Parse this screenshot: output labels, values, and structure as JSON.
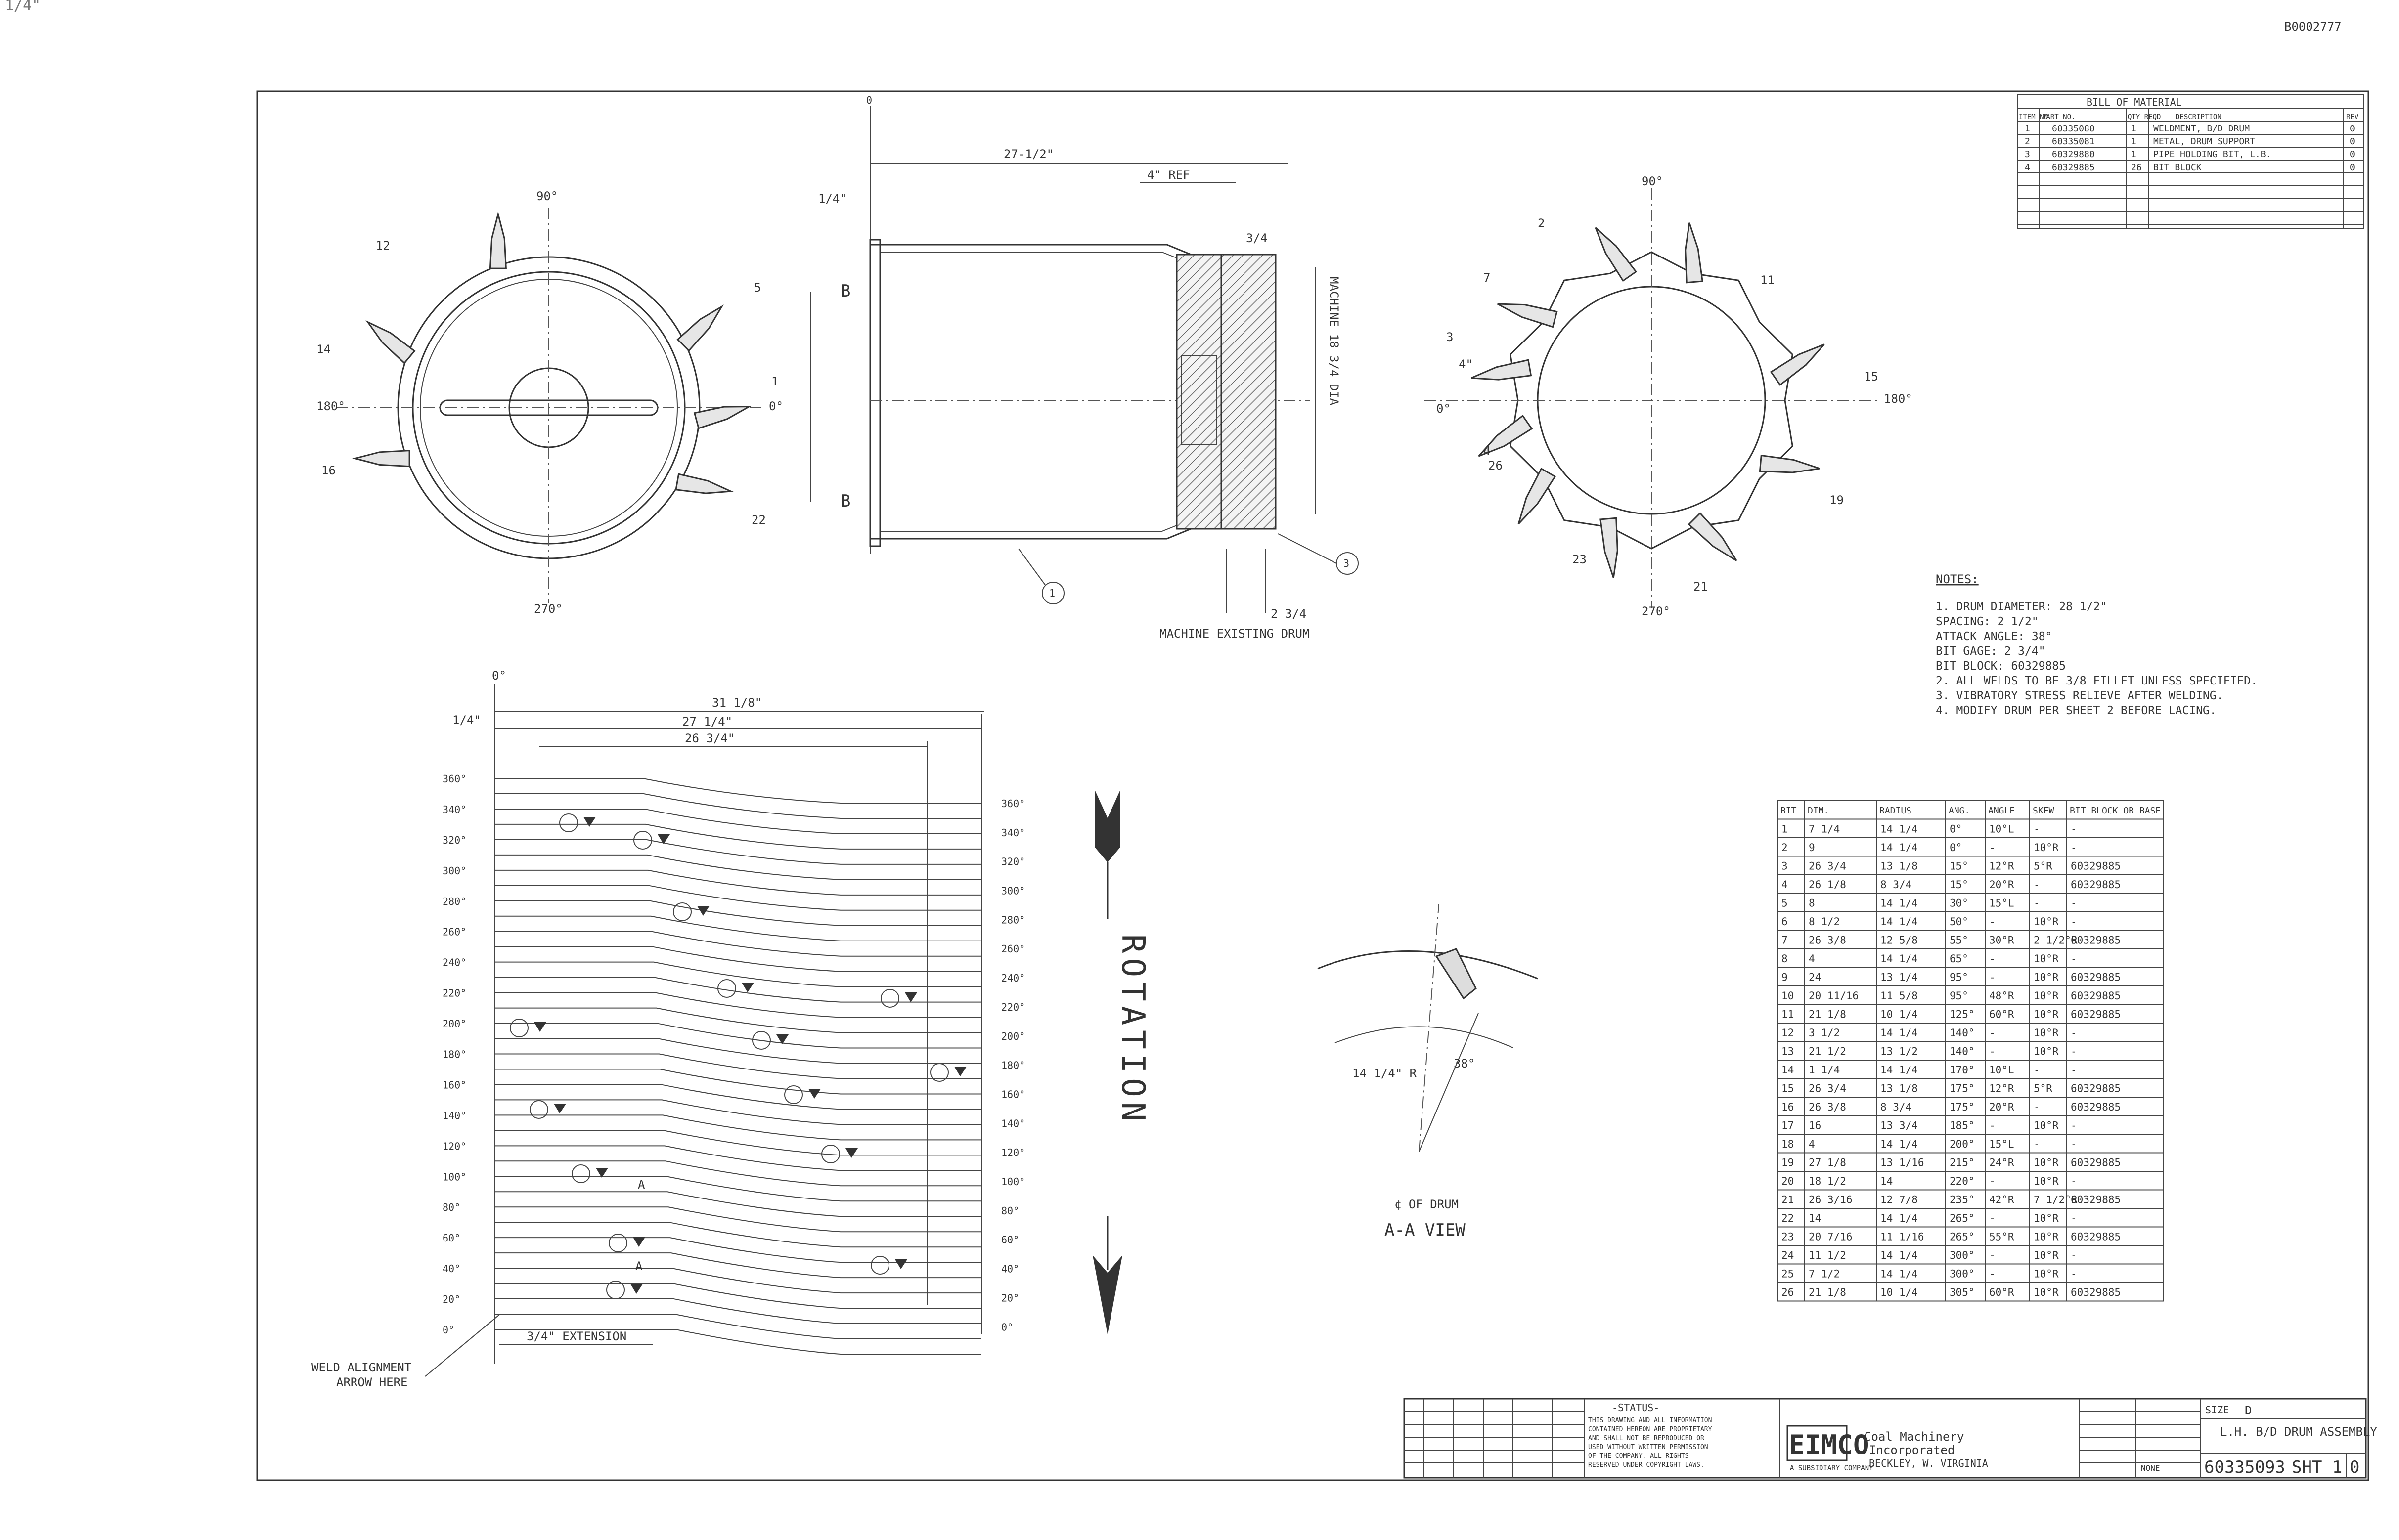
{
  "sheet_corner_mark": "1/4\"",
  "doc_number_top": "B0002777",
  "bom": {
    "title": "BILL OF MATERIAL",
    "headers": [
      "ITEM NO",
      "PART NO.",
      "QTY REQD",
      "DESCRIPTION",
      "REV"
    ],
    "rows": [
      {
        "item": "1",
        "part": "60335080",
        "qty": "1",
        "desc": "WELDMENT, B/D DRUM",
        "rev": "0"
      },
      {
        "item": "2",
        "part": "60335081",
        "qty": "1",
        "desc": "METAL, DRUM SUPPORT",
        "rev": "0"
      },
      {
        "item": "3",
        "part": "60329880",
        "qty": "1",
        "desc": "PIPE HOLDING BIT, L.B.",
        "rev": "0"
      },
      {
        "item": "4",
        "part": "60329885",
        "qty": "26",
        "desc": "BIT BLOCK",
        "rev": "0"
      }
    ]
  },
  "front_view": {
    "angle_top": "90°",
    "angle_right": "0°",
    "angle_left": "180°",
    "angle_bottom": "270°",
    "bit_labels": [
      "12",
      "5",
      "14",
      "1",
      "16",
      "22"
    ]
  },
  "section_view": {
    "dim_overall": "27-1/2\"",
    "dim_bore": "4\" REF",
    "dim_left": "1/4\"",
    "dim_bottom": "2 3/4",
    "dim_vertical": "MACHINE 18 3/4 DIA",
    "weld_symbol": "3/4",
    "note_bottom": "MACHINE EXISTING DRUM",
    "section_marks": [
      "B",
      "B"
    ],
    "datum_top": "0",
    "balloons": [
      "1",
      "3"
    ]
  },
  "end_view": {
    "angle_top": "90°",
    "angle_left_1": "4\"",
    "angle_left_2": "0°",
    "angle_right": "180°",
    "angle_bottom": "270°",
    "bit_labels": [
      "2",
      "7",
      "3",
      "4",
      "11",
      "15",
      "19",
      "26",
      "23",
      "21"
    ]
  },
  "notes": {
    "heading": "NOTES:",
    "items": [
      "1. DRUM DIAMETER: 28 1/2\"",
      "   SPACING: 2 1/2\"",
      "   ATTACK ANGLE: 38°",
      "   BIT GAGE: 2 3/4\"",
      "   BIT BLOCK: 60329885",
      "2. ALL WELDS TO BE 3/8 FILLET UNLESS SPECIFIED.",
      "3. VIBRATORY STRESS RELIEVE AFTER WELDING.",
      "4. MODIFY DRUM PER SHEET 2 BEFORE LACING."
    ]
  },
  "layout_view": {
    "dim_top": "31 1/8\"",
    "dim_second": "27 1/4\"",
    "dim_third": "26 3/4\"",
    "dim_left": "1/4\"",
    "datum": "0°",
    "angles_left": [
      "360°",
      "340°",
      "320°",
      "300°",
      "280°",
      "260°",
      "240°",
      "220°",
      "200°",
      "180°",
      "160°",
      "140°",
      "120°",
      "100°",
      "80°",
      "60°",
      "40°",
      "20°",
      "0°"
    ],
    "angles_right": [
      "360°",
      "340°",
      "320°",
      "300°",
      "280°",
      "260°",
      "240°",
      "220°",
      "200°",
      "180°",
      "160°",
      "140°",
      "120°",
      "100°",
      "80°",
      "60°",
      "40°",
      "20°",
      "0°"
    ],
    "extension_note": "3/4\" EXTENSION",
    "weld_note_1": "WELD ALIGNMENT",
    "weld_note_2": "ARROW HERE",
    "section_mark": "A"
  },
  "rotation_label": "ROTATION",
  "aa_view": {
    "dim": "14 1/4\" R",
    "angle": "38°",
    "centerline": "¢ OF DRUM",
    "label": "A-A VIEW"
  },
  "bit_table": {
    "headers": [
      "BIT",
      "DIM.",
      "RADIUS",
      "ANG.",
      "ANGLE",
      "SKEW",
      "BIT BLOCK OR BASE"
    ],
    "rows": [
      [
        "1",
        "7 1/4",
        "14 1/4",
        "0°",
        "10°L",
        "-",
        "-"
      ],
      [
        "2",
        "9",
        "14 1/4",
        "0°",
        "-",
        "10°R",
        "-"
      ],
      [
        "3",
        "26 3/4",
        "13 1/8",
        "15°",
        "12°R",
        "5°R",
        "60329885"
      ],
      [
        "4",
        "26 1/8",
        "8 3/4",
        "15°",
        "20°R",
        "-",
        "60329885"
      ],
      [
        "5",
        "8",
        "14 1/4",
        "30°",
        "15°L",
        "-",
        "-"
      ],
      [
        "6",
        "8 1/2",
        "14 1/4",
        "50°",
        "-",
        "10°R",
        "-"
      ],
      [
        "7",
        "26 3/8",
        "12 5/8",
        "55°",
        "30°R",
        "2 1/2°R",
        "60329885"
      ],
      [
        "8",
        "4",
        "14 1/4",
        "65°",
        "-",
        "10°R",
        "-"
      ],
      [
        "9",
        "24",
        "13 1/4",
        "95°",
        "-",
        "10°R",
        "60329885"
      ],
      [
        "10",
        "20 11/16",
        "11 5/8",
        "95°",
        "48°R",
        "10°R",
        "60329885"
      ],
      [
        "11",
        "21 1/8",
        "10 1/4",
        "125°",
        "60°R",
        "10°R",
        "60329885"
      ],
      [
        "12",
        "3 1/2",
        "14 1/4",
        "140°",
        "-",
        "10°R",
        "-"
      ],
      [
        "13",
        "21 1/2",
        "13 1/2",
        "140°",
        "-",
        "10°R",
        "-"
      ],
      [
        "14",
        "1 1/4",
        "14 1/4",
        "170°",
        "10°L",
        "-",
        "-"
      ],
      [
        "15",
        "26 3/4",
        "13 1/8",
        "175°",
        "12°R",
        "5°R",
        "60329885"
      ],
      [
        "16",
        "26 3/8",
        "8 3/4",
        "175°",
        "20°R",
        "-",
        "60329885"
      ],
      [
        "17",
        "16",
        "13 3/4",
        "185°",
        "-",
        "10°R",
        "-"
      ],
      [
        "18",
        "4",
        "14 1/4",
        "200°",
        "15°L",
        "-",
        "-"
      ],
      [
        "19",
        "27 1/8",
        "13 1/16",
        "215°",
        "24°R",
        "10°R",
        "60329885"
      ],
      [
        "20",
        "18 1/2",
        "14",
        "220°",
        "-",
        "10°R",
        "-"
      ],
      [
        "21",
        "26 3/16",
        "12 7/8",
        "235°",
        "42°R",
        "7 1/2°R",
        "60329885"
      ],
      [
        "22",
        "14",
        "14 1/4",
        "265°",
        "-",
        "10°R",
        "-"
      ],
      [
        "23",
        "20 7/16",
        "11 1/16",
        "265°",
        "55°R",
        "10°R",
        "60329885"
      ],
      [
        "24",
        "11 1/2",
        "14 1/4",
        "300°",
        "-",
        "10°R",
        "-"
      ],
      [
        "25",
        "7 1/2",
        "14 1/4",
        "300°",
        "-",
        "10°R",
        "-"
      ],
      [
        "26",
        "21 1/8",
        "10 1/4",
        "305°",
        "60°R",
        "10°R",
        "60329885"
      ]
    ]
  },
  "title_block": {
    "status_header": "-STATUS-",
    "status_lines": [
      "THIS DRAWING AND ALL INFORMATION",
      "CONTAINED HEREON ARE PROPRIETARY",
      "AND SHALL NOT BE REPRODUCED OR",
      "USED WITHOUT WRITTEN PERMISSION",
      "OF THE COMPANY. ALL RIGHTS",
      "RESERVED UNDER COPYRIGHT LAWS."
    ],
    "company": "EIMCO",
    "company_sub": "A SUBSIDIARY COMPANY",
    "division_1": "Coal Machinery",
    "division_2": "Incorporated",
    "division_3": "BECKLEY, W. VIRGINIA",
    "size_label": "SIZE",
    "size": "D",
    "scale": "NONE",
    "title_1": "L.H. B/D DRUM ASSEMBLY",
    "dwg_no": "60335093",
    "sheet": "SHT 1",
    "rev": "0"
  }
}
